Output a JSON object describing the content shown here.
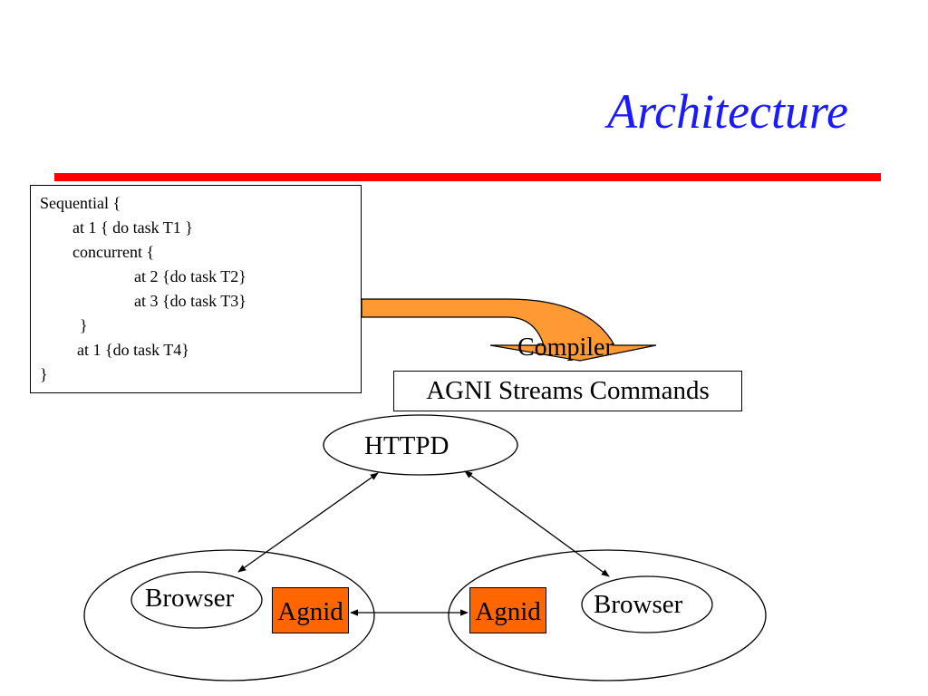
{
  "slide": {
    "title": "Architecture",
    "code_lines": [
      "Sequential {",
      "at 1 { do task T1 }",
      "concurrent {",
      "at 2 {do task T2}",
      "at 3 {do task T3}",
      "}",
      "at 1 {do task T4}",
      "}"
    ],
    "compiler_label": "Compiler",
    "commands_label": "AGNI Streams Commands",
    "httpd_label": "HTTPD",
    "left_node": {
      "browser_label": "Browser",
      "agnid_label": "Agnid"
    },
    "right_node": {
      "browser_label": "Browser",
      "agnid_label": "Agnid"
    }
  },
  "colors": {
    "title": "#1a1aff",
    "rule": "#ff0000",
    "agnid_fill": "#ff6600",
    "compiler_arrow_fill": "#ff9933"
  }
}
